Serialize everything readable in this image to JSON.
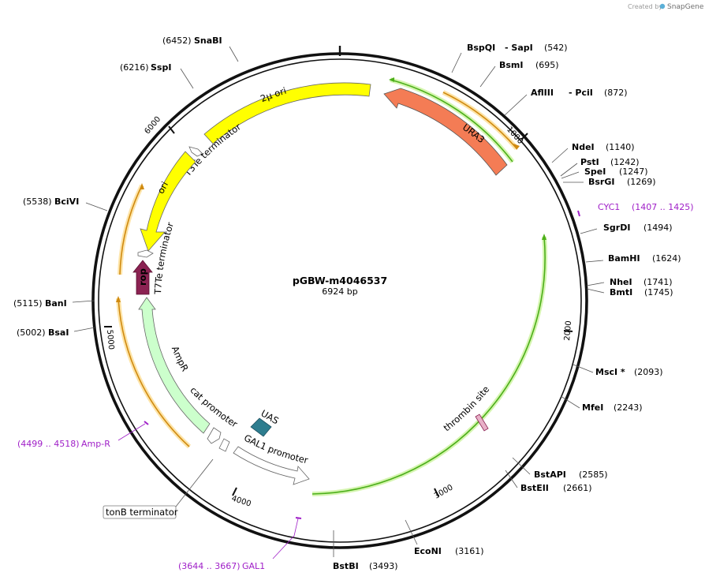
{
  "credit": {
    "prefix": "Created by",
    "brand": "SnapGene"
  },
  "plasmid": {
    "name": "pGBW-m4046537",
    "length": "6924 bp"
  },
  "ticks": [
    "1000",
    "2000",
    "3000",
    "4000",
    "5000",
    "6000"
  ],
  "sites": [
    {
      "name": "SnaBI",
      "pos": "(6452)"
    },
    {
      "name": "SspI",
      "pos": "(6216)"
    },
    {
      "name": "BciVI",
      "pos": "(5538)"
    },
    {
      "name": "BanI",
      "pos": "(5115)"
    },
    {
      "name": "BsaI",
      "pos": "(5002)"
    },
    {
      "name": "BspQI",
      "sep": "- SapI",
      "pos": "(542)"
    },
    {
      "name": "BsmI",
      "pos": "(695)"
    },
    {
      "name": "AflIII",
      "sep": "- PciI",
      "pos": "(872)"
    },
    {
      "name": "NdeI",
      "pos": "(1140)"
    },
    {
      "name": "PstI",
      "pos": "(1242)"
    },
    {
      "name": "SpeI",
      "pos": "(1247)"
    },
    {
      "name": "BsrGI",
      "pos": "(1269)"
    },
    {
      "name": "SgrDI",
      "pos": "(1494)"
    },
    {
      "name": "BamHI",
      "pos": "(1624)"
    },
    {
      "name": "NheI",
      "pos": "(1741)"
    },
    {
      "name": "BmtI",
      "pos": "(1745)"
    },
    {
      "name": "MscI *",
      "pos": "(2093)"
    },
    {
      "name": "MfeI",
      "pos": "(2243)"
    },
    {
      "name": "BstAPI",
      "pos": "(2585)"
    },
    {
      "name": "BstEII",
      "pos": "(2661)"
    },
    {
      "name": "EcoNI",
      "pos": "(3161)"
    },
    {
      "name": "BstBI",
      "pos": "(3493)"
    }
  ],
  "primers": [
    {
      "name": "CYC1",
      "range": "(1407 .. 1425)"
    },
    {
      "name": "Amp-R",
      "range": "(4499 .. 4518)"
    },
    {
      "name": "GAL1",
      "range": "(3644 .. 3667)"
    }
  ],
  "features": {
    "two_micron_ori": "2µ ori",
    "ura3": "URA3",
    "t3te": "T3Te terminator",
    "ori": "ori",
    "t7te": "T7Te terminator",
    "rop": "rop",
    "ampr": "AmpR",
    "cat_promoter": "cat promoter",
    "uas": "UAS",
    "gal1_promoter": "GAL1 promoter",
    "thrombin": "thrombin site",
    "tonb": "tonB terminator"
  },
  "colors": {
    "yellow": "#ffff00",
    "ura3": "#f47c55",
    "rop": "#8b2252",
    "ampr": "#ccffcc",
    "uas": "#2e7d8f",
    "orange_track": "#f0b030",
    "green_track": "#4caf1a",
    "primer": "#a020c8"
  }
}
